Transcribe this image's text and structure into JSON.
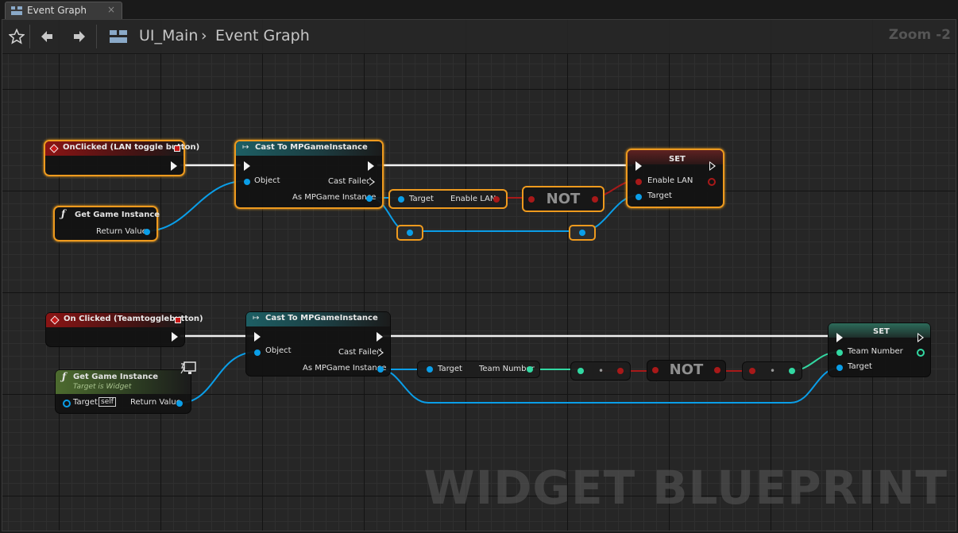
{
  "tab": {
    "label": "Event Graph",
    "close": "×",
    "icon": "graph-icon"
  },
  "toolbar": {
    "breadcrumb": [
      "UI_Main",
      "Event Graph"
    ],
    "separator": "›",
    "zoom": "Zoom -2",
    "icons": [
      "star-icon",
      "back-arrow-icon",
      "forward-arrow-icon",
      "graph-icon"
    ]
  },
  "graph1": {
    "event_title": "OnClicked (LAN toggle button)",
    "cast_title": "Cast To MPGameInstance",
    "cast_object": "Object",
    "cast_failed": "Cast Failed",
    "cast_as": "As MPGame Instance",
    "getgi_title": "Get Game Instance",
    "getgi_return": "Return Value",
    "getter_target": "Target",
    "getter_value": "Enable LAN",
    "not_label": "NOT",
    "set_title": "SET",
    "set_var": "Enable LAN",
    "set_target": "Target"
  },
  "graph2": {
    "event_title": "On Clicked (Teamtogglebutton)",
    "cast_title": "Cast To MPGameInstance",
    "cast_object": "Object",
    "cast_failed": "Cast Failed",
    "cast_as": "As MPGame Instance",
    "getgi_title": "Get Game Instance",
    "getgi_subtitle": "Target is Widget",
    "getgi_target": "Target",
    "getgi_self": "self",
    "getgi_return": "Return Value",
    "getter_target": "Target",
    "getter_value": "Team Number",
    "not_label": "NOT",
    "set_title": "SET",
    "set_var": "Team Number",
    "set_target": "Target"
  },
  "watermark": "WIDGET BLUEPRINT",
  "colors": {
    "exec": "#f2f2f2",
    "object_pin": "#0a9ee8",
    "bool_pin": "#a81919",
    "int_pin": "#32d8a2",
    "selection": "#ee9a1e"
  }
}
